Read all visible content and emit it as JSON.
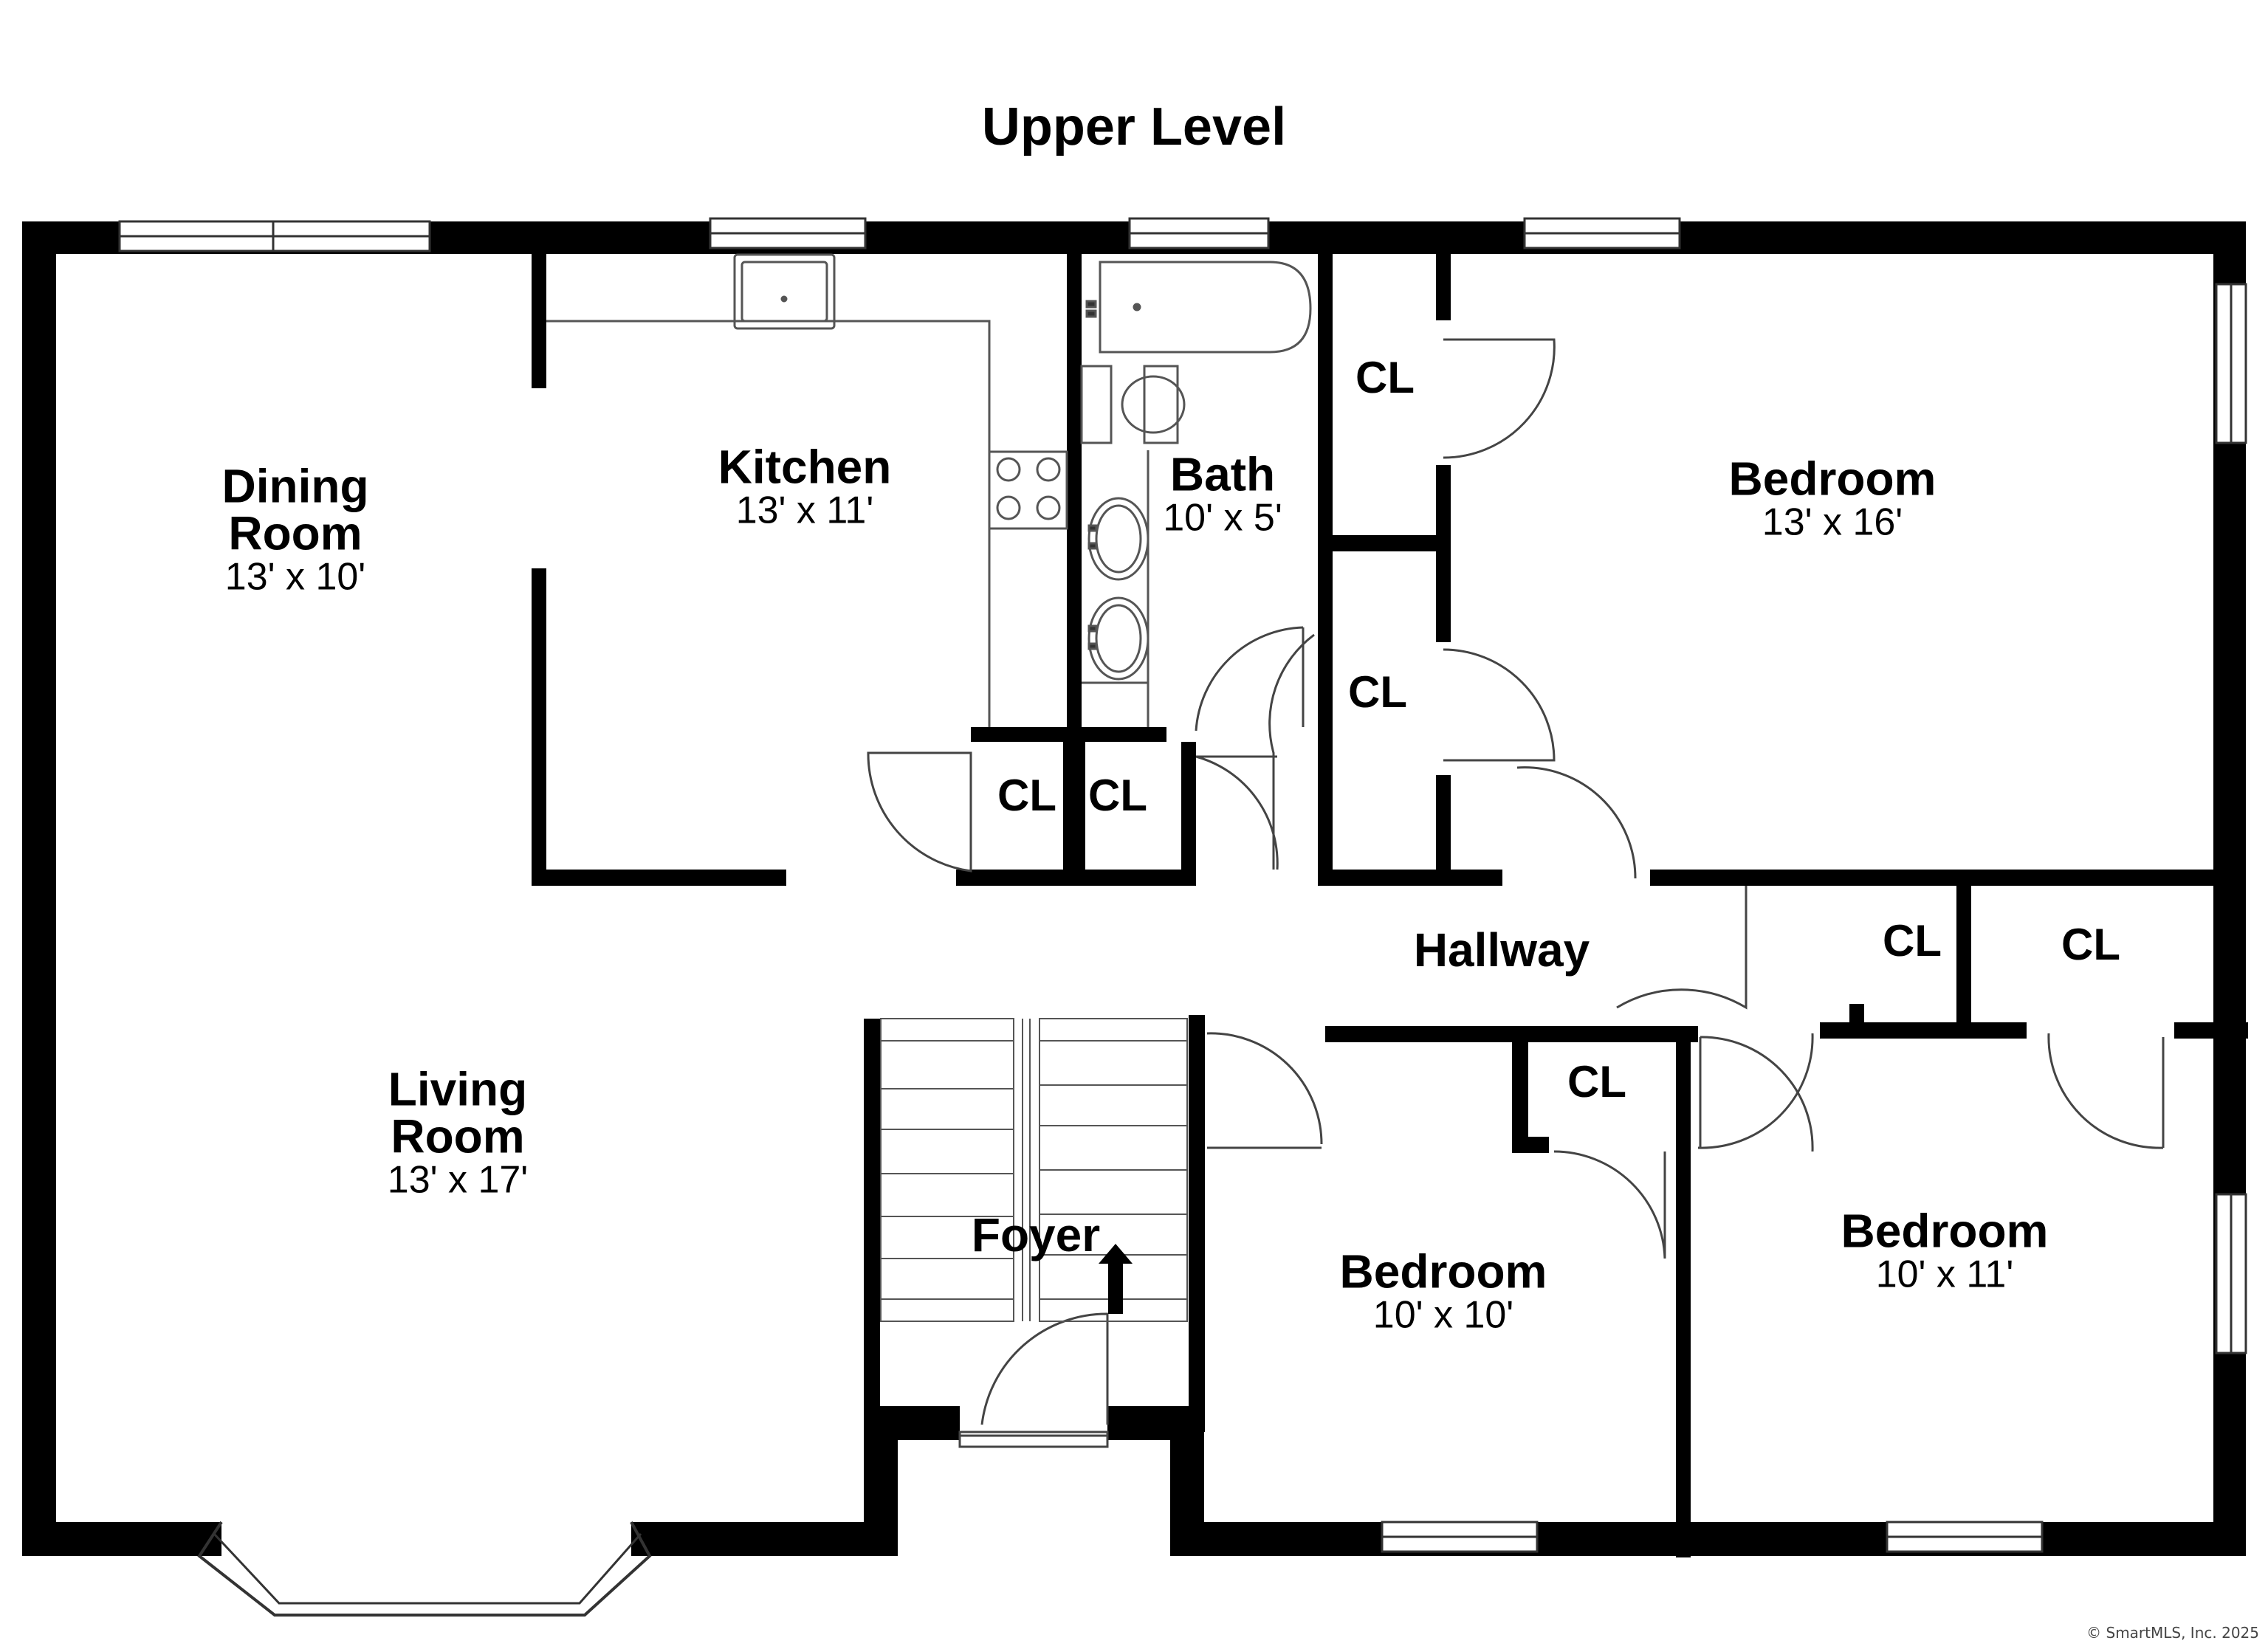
{
  "title": "Upper Level",
  "rooms": {
    "dining": {
      "name1": "Dining",
      "name2": "Room",
      "dim": "13' x 10'"
    },
    "kitchen": {
      "name": "Kitchen",
      "dim": "13' x 11'"
    },
    "bath": {
      "name": "Bath",
      "dim": "10' x 5'"
    },
    "bedroom_main": {
      "name": "Bedroom",
      "dim": "13' x 16'"
    },
    "hallway": {
      "name": "Hallway"
    },
    "living": {
      "name1": "Living",
      "name2": "Room",
      "dim": "13' x 17'"
    },
    "foyer": {
      "name": "Foyer"
    },
    "bedroom_small": {
      "name": "Bedroom",
      "dim": "10' x 10'"
    },
    "bedroom_right": {
      "name": "Bedroom",
      "dim": "10' x 11'"
    }
  },
  "closet_label": "CL",
  "credit": "© SmartMLS, Inc. 2025",
  "colors": {
    "wall": "#000000",
    "fixture": "#555555",
    "background": "#ffffff"
  }
}
